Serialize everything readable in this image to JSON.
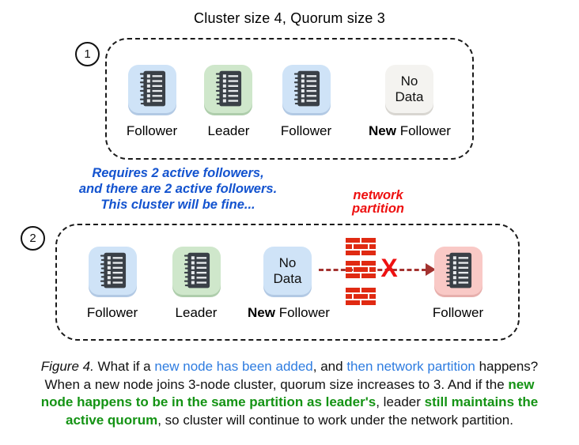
{
  "title": "Cluster size 4, Quorum size 3",
  "colors": {
    "node_blue": "#cfe3f7",
    "node_green": "#cfe7cb",
    "node_gray": "#f4f3f0",
    "node_pink": "#f9c9c6",
    "icon_dark": "#3a4047",
    "note_blue": "#1353cf",
    "alert_red": "#ee1111",
    "arrow_dark_red": "#a33330",
    "brick_red": "#e02a12",
    "caption_blue": "#2e7ce0",
    "caption_green": "#149314"
  },
  "icons": {
    "node_icon": "notebook-icon",
    "partition_icon": "brick-wall-icon",
    "blocked_icon": "x-mark",
    "link_icon": "dashed-arrow-right"
  },
  "scenario1": {
    "number": "1",
    "nodes": {
      "follower1": {
        "bold": "",
        "label": "Follower"
      },
      "leader": {
        "bold": "",
        "label": "Leader"
      },
      "follower2": {
        "bold": "",
        "label": "Follower"
      },
      "new_follower": {
        "bold": "New",
        "label": " Follower",
        "box_line1": "No",
        "box_line2": "Data"
      }
    }
  },
  "note_blue": {
    "line1": "Requires 2 active followers,",
    "line2": "and there are 2 active followers.",
    "line3": "This cluster will be fine..."
  },
  "note_red": {
    "line1": "network",
    "line2": "partition"
  },
  "scenario2": {
    "number": "2",
    "partition_x": "X",
    "nodes": {
      "follower1": {
        "bold": "",
        "label": "Follower"
      },
      "leader": {
        "bold": "",
        "label": "Leader"
      },
      "new_follower": {
        "bold": "New",
        "label": " Follower",
        "box_line1": "No",
        "box_line2": "Data"
      },
      "follower2": {
        "bold": "",
        "label": "Follower"
      }
    }
  },
  "caption": {
    "s1": "Figure 4.",
    "s2": " What if a ",
    "s3": "new node has been added",
    "s4": ", and ",
    "s5": "then network partition",
    "s6": " happens?",
    "s7": "When a new node joins 3-node cluster, quorum size increases to 3. And if the ",
    "s8": "new",
    "s9": "node happens to be in the same partition as leader's",
    "s10": ", leader ",
    "s11": "still maintains the",
    "s12": "active quorum",
    "s13": ", so cluster will continue to work under the network partition."
  }
}
